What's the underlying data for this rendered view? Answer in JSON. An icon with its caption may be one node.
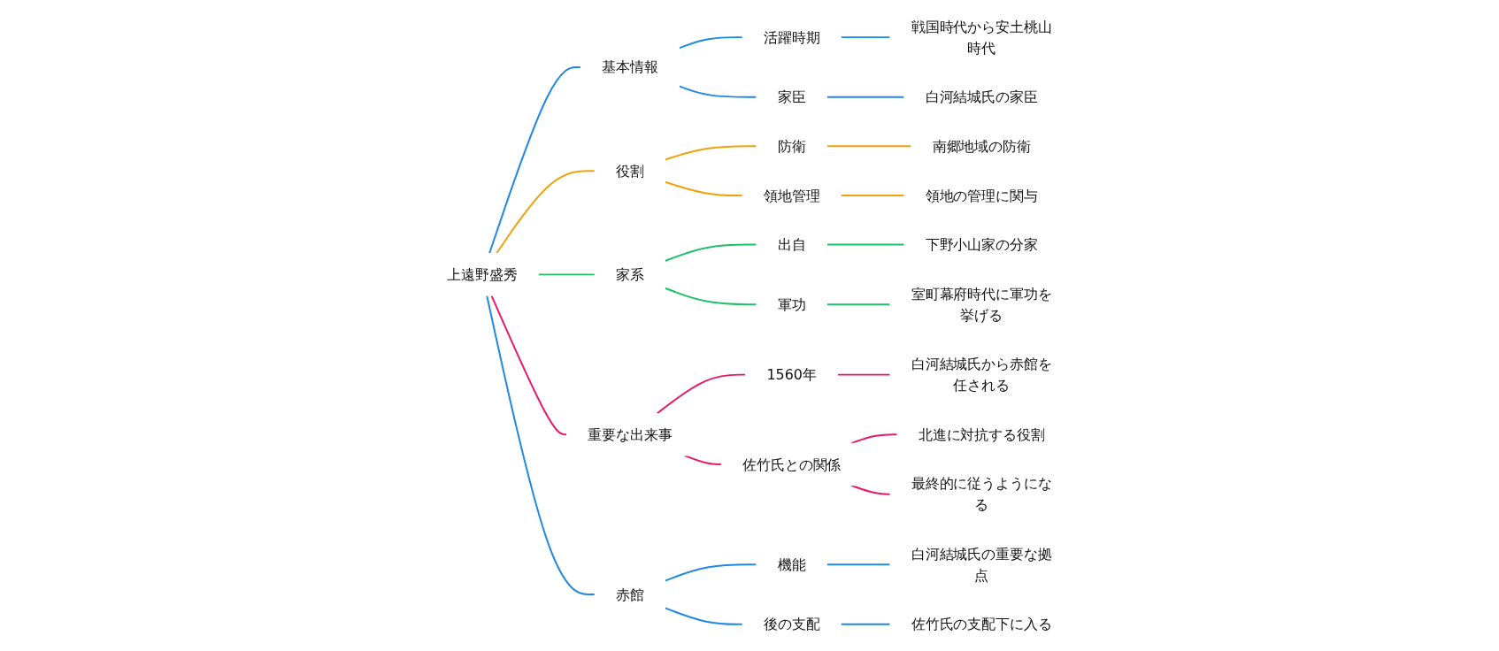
{
  "diagram": {
    "nodes": [
      {
        "text": [
          "上遠野盛秀"
        ]
      },
      {
        "text": [
          "基本情報"
        ]
      },
      {
        "text": [
          "活躍時期"
        ]
      },
      {
        "text": [
          "戦国時代から安土桃山時代"
        ]
      },
      {
        "text": [
          "家臣"
        ]
      },
      {
        "text": [
          "白河結城氏の家臣"
        ]
      },
      {
        "text": [
          "役割"
        ]
      },
      {
        "text": [
          "防衛"
        ]
      },
      {
        "text": [
          "南郷地域の防衛"
        ]
      },
      {
        "text": [
          "領地管理"
        ]
      },
      {
        "text": [
          "領地の管理に関与"
        ]
      },
      {
        "text": [
          "家系"
        ]
      },
      {
        "text": [
          "出自"
        ]
      },
      {
        "text": [
          "下野小山家の分家"
        ]
      },
      {
        "text": [
          "軍功"
        ]
      },
      {
        "text": [
          "室町幕府時代に軍功を挙げる"
        ]
      },
      {
        "text": [
          "重要な出来事"
        ]
      },
      {
        "text": [
          "1560年"
        ]
      },
      {
        "text": [
          "白河結城氏から赤館を任される"
        ]
      },
      {
        "text": [
          "佐竹氏との関係"
        ]
      },
      {
        "text": [
          "北進に対抗する役割"
        ]
      },
      {
        "text": [
          "最終的に従うようになる"
        ]
      },
      {
        "text": [
          "赤館"
        ]
      },
      {
        "text": [
          "機能"
        ]
      },
      {
        "text": [
          "白河結城氏の重要な拠点"
        ]
      },
      {
        "text": [
          "後の支配"
        ]
      },
      {
        "text": [
          "佐竹氏の支配下に入る"
        ]
      }
    ],
    "edges": [
      {
        "from": 0,
        "to": 1,
        "arrow": "none",
        "color": "#1e88e5"
      },
      {
        "from": 1,
        "to": 2,
        "arrow": "none",
        "color": "#1e88e5"
      },
      {
        "from": 2,
        "to": 3,
        "arrow": "none",
        "color": "#1e88e5"
      },
      {
        "from": 1,
        "to": 4,
        "arrow": "none",
        "color": "#1e88e5"
      },
      {
        "from": 4,
        "to": 5,
        "arrow": "none",
        "color": "#1e88e5"
      },
      {
        "from": 0,
        "to": 6,
        "arrow": "none",
        "color": "#efa20c"
      },
      {
        "from": 6,
        "to": 7,
        "arrow": "none",
        "color": "#efa20c"
      },
      {
        "from": 7,
        "to": 8,
        "arrow": "none",
        "color": "#efa20c"
      },
      {
        "from": 6,
        "to": 9,
        "arrow": "none",
        "color": "#efa20c"
      },
      {
        "from": 9,
        "to": 10,
        "arrow": "none",
        "color": "#efa20c"
      },
      {
        "from": 0,
        "to": 11,
        "arrow": "none",
        "color": "#1fbf6a"
      },
      {
        "from": 11,
        "to": 12,
        "arrow": "none",
        "color": "#1fbf6a"
      },
      {
        "from": 12,
        "to": 13,
        "arrow": "none",
        "color": "#1fbf6a"
      },
      {
        "from": 11,
        "to": 14,
        "arrow": "none",
        "color": "#1fbf6a"
      },
      {
        "from": 14,
        "to": 15,
        "arrow": "none",
        "color": "#1fbf6a"
      },
      {
        "from": 0,
        "to": 16,
        "arrow": "none",
        "color": "#e8176b"
      },
      {
        "from": 16,
        "to": 17,
        "arrow": "none",
        "color": "#e8176b"
      },
      {
        "from": 17,
        "to": 18,
        "arrow": "none",
        "color": "#e8176b"
      },
      {
        "from": 16,
        "to": 19,
        "arrow": "none",
        "color": "#e8176b"
      },
      {
        "from": 19,
        "to": 20,
        "arrow": "none",
        "color": "#e8176b"
      },
      {
        "from": 19,
        "to": 21,
        "arrow": "none",
        "color": "#e8176b"
      },
      {
        "from": 0,
        "to": 22,
        "arrow": "none",
        "color": "#1e88e5"
      },
      {
        "from": 22,
        "to": 23,
        "arrow": "none",
        "color": "#1e88e5"
      },
      {
        "from": 23,
        "to": 24,
        "arrow": "none",
        "color": "#1e88e5"
      },
      {
        "from": 22,
        "to": 25,
        "arrow": "none",
        "color": "#1e88e5"
      },
      {
        "from": 25,
        "to": 26,
        "arrow": "none",
        "color": "#1e88e5"
      }
    ]
  }
}
